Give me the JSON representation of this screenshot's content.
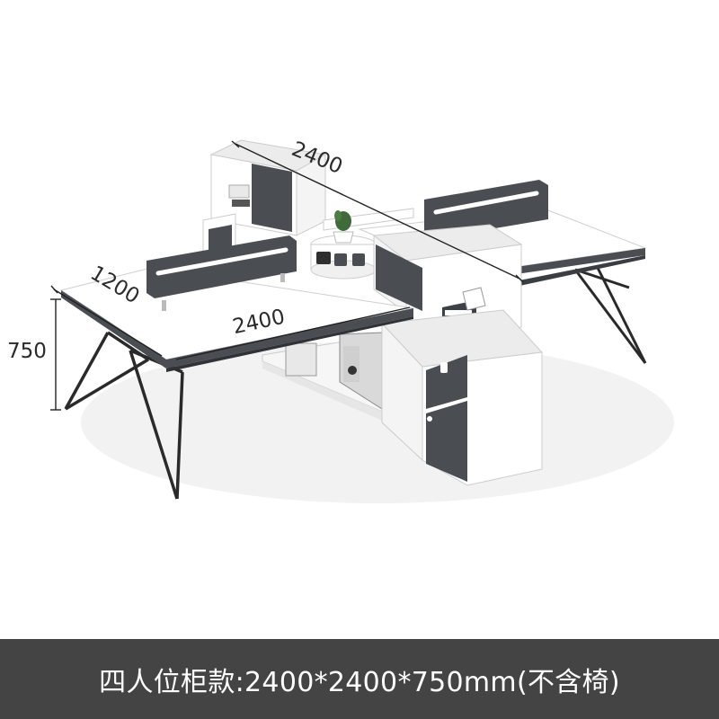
{
  "dimensions": {
    "back_width": "2400",
    "depth": "1200",
    "front_width": "2400",
    "height": "750"
  },
  "caption": "四人位柜款:2400*2400*750mm(不含椅)",
  "colors": {
    "caption_bg": "#444444",
    "caption_text": "#ffffff",
    "desk_top": "#ffffff",
    "desk_edge": "#4a4d52",
    "cabinet_door": "#4a4d52",
    "leg": "#2a2a2a"
  }
}
